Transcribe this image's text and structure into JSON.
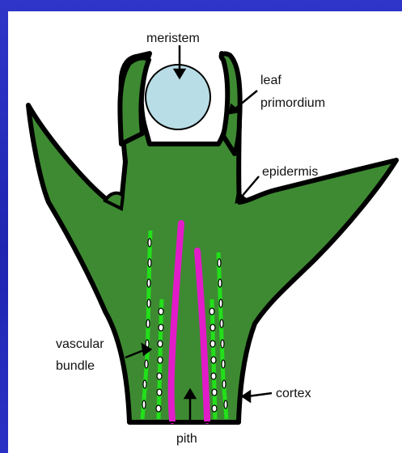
{
  "labels": {
    "meristem": "meristem",
    "leaf_line1": "leaf",
    "leaf_line2": "primordium",
    "epidermis": "epidermis",
    "vascular_line1": "vascular",
    "vascular_line2": "bundle",
    "cortex": "cortex",
    "pith": "pith"
  },
  "colors": {
    "background": "#2a30c4",
    "panel": "#ffffff",
    "tissue": "#3e8a32",
    "outline": "#000000",
    "meristem": "#b9dde6",
    "vascular": "#22e01a",
    "pith": "#e21bc9"
  }
}
